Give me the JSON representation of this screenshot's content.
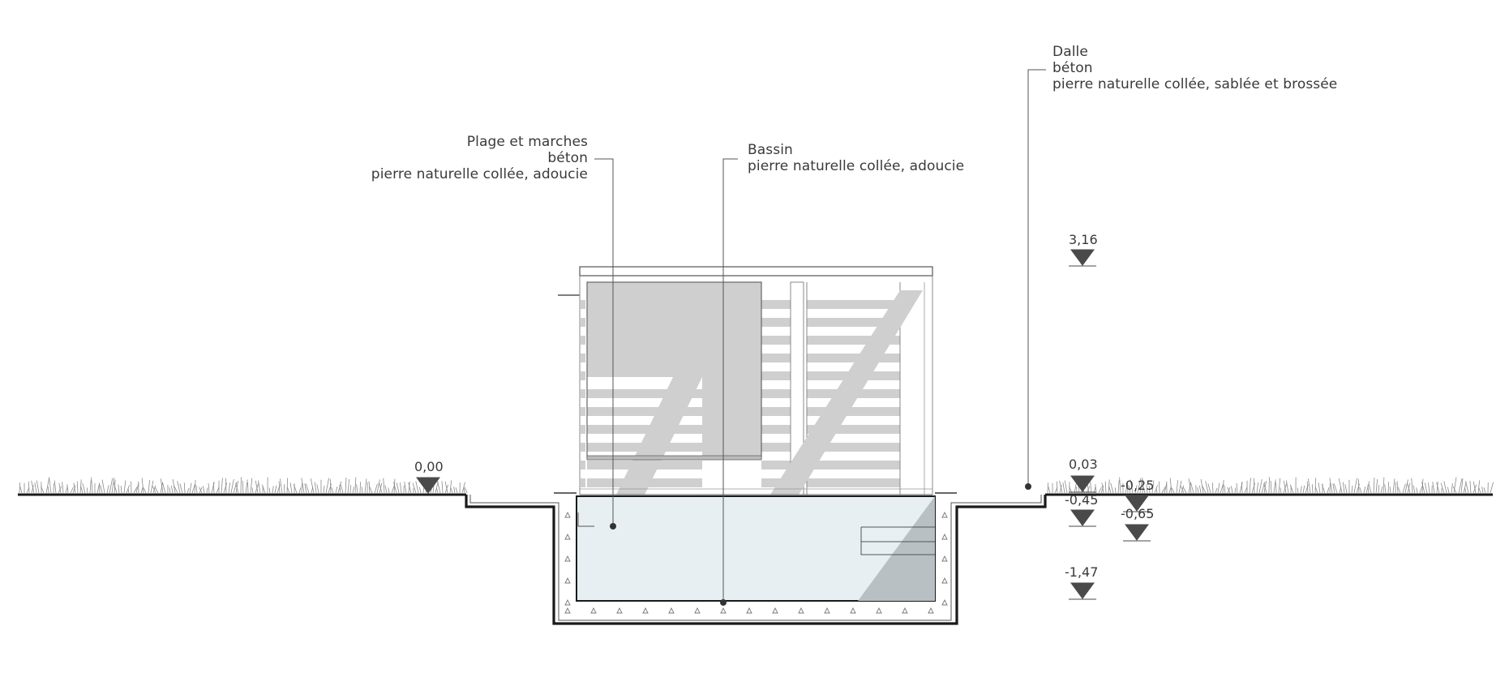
{
  "annotations": {
    "dalle": [
      "Dalle",
      "béton",
      "pierre naturelle collée, sablée et brossée"
    ],
    "plage": [
      "Plage et marches",
      "béton",
      "pierre naturelle collée, adoucie"
    ],
    "bassin": [
      "Bassin",
      "pierre naturelle collée, adoucie"
    ]
  },
  "levels": {
    "ground": "0,00",
    "roof": "3,16",
    "deck": "0,03",
    "step1": "-0,25",
    "step2": "-0,45",
    "step3": "-0,65",
    "bottom": "-1,47"
  },
  "colors": {
    "line": "#1a1a1a",
    "leader": "#555555",
    "shade": "#cfcfcf",
    "water": "#e8eff2",
    "waterShadow": "#b9c0c3",
    "grass": "#8a8a8a",
    "marker": "#4a4a4a"
  }
}
